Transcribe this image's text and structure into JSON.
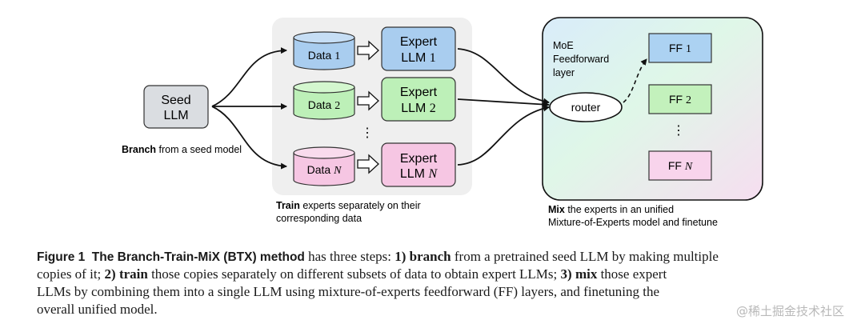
{
  "seed": {
    "line1": "Seed",
    "line2": "LLM"
  },
  "branch_caption": {
    "bold": "Branch",
    "rest": " from a seed model"
  },
  "datasets": [
    {
      "prefix": "Data ",
      "index": "1",
      "expert_line1": "Expert",
      "expert_prefix": "LLM ",
      "expert_index": "1"
    },
    {
      "prefix": "Data ",
      "index": "2",
      "expert_line1": "Expert",
      "expert_prefix": "LLM ",
      "expert_index": "2"
    },
    {
      "prefix": "Data ",
      "index": "N",
      "expert_line1": "Expert",
      "expert_prefix": "LLM ",
      "expert_index": "N"
    }
  ],
  "ellipsis": "⋮",
  "train_caption": {
    "bold": "Train",
    "line1_rest": " experts separately on their",
    "line2": "corresponding data"
  },
  "moe": {
    "label_lines": [
      "MoE",
      "Feedforward",
      "layer"
    ],
    "router": "router",
    "ff": [
      {
        "prefix": "FF ",
        "index": "1"
      },
      {
        "prefix": "FF ",
        "index": "2"
      },
      {
        "prefix": "FF ",
        "index": "N"
      }
    ]
  },
  "mix_caption": {
    "bold": "Mix",
    "line1_rest": " the experts in an unified",
    "line2": "Mixture-of-Experts model and finetune"
  },
  "caption": {
    "label": "Figure 1",
    "title": "The Branch-Train-MiX (BTX) method",
    "line1_after_title": " has three steps: ",
    "step1_num": "1)",
    "step1_word": "branch",
    "line1_tail": " from a pretrained seed LLM by making multiple",
    "line2_head": "copies of it; ",
    "step2_num": "2)",
    "step2_word": "train",
    "line2_tail": " those copies separately on different subsets of data to obtain expert LLMs; ",
    "step3_num": "3)",
    "step3_word": "mix",
    "line2_tail2": " those expert",
    "line3": "LLMs by combining them into a single LLM using mixture-of-experts feedforward (FF) layers, and finetuning the",
    "line4": "overall unified model."
  },
  "watermark": "@稀土掘金技术社区",
  "colors": {
    "seed_fill": "#dadde1",
    "data1_fill": "#a9cdef",
    "data2_fill": "#bdf0b8",
    "dataN_fill": "#f6c6e3",
    "panel_fill": "#efefef",
    "ff1_fill": "#acd2f2",
    "ff2_fill": "#c3f1bc",
    "ffN_fill": "#f8d4ec"
  }
}
